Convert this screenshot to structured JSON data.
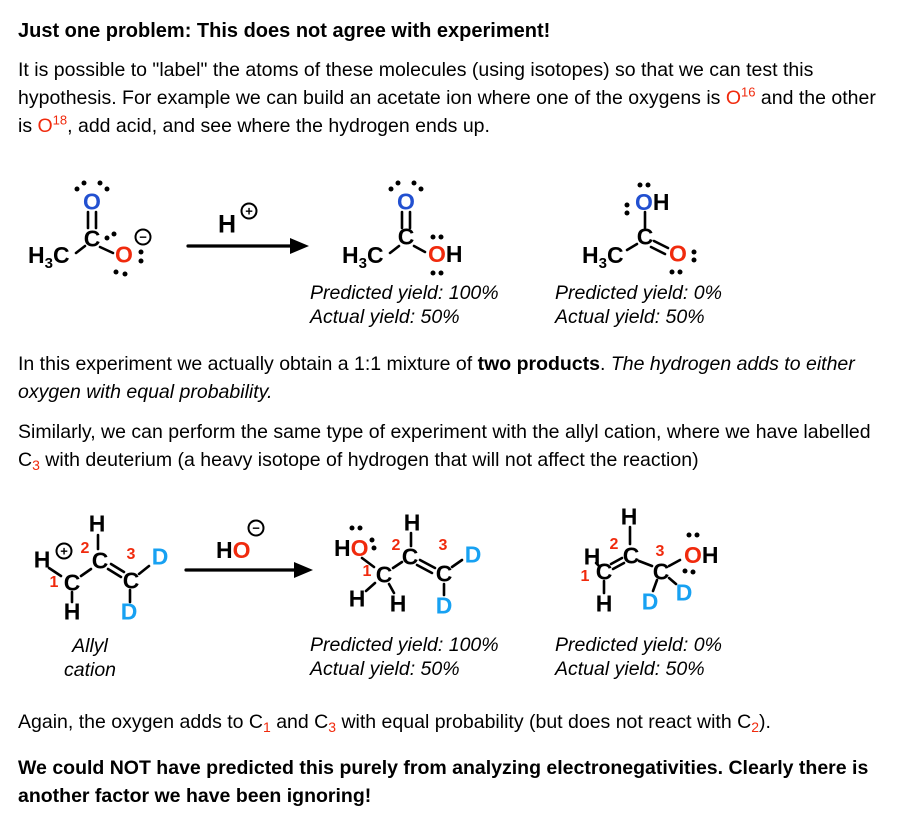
{
  "heading": "Just one problem: This does not agree with experiment!",
  "para1": {
    "a": "It is possible to \"label\" the atoms of these molecules (using isotopes) so that we can test this hypothesis. For example we can build an acetate ion where one of the oxygens is ",
    "sup16": "16",
    "b": " and the other is ",
    "sup18": "18",
    "c": ", add acid, and see where the hydrogen ends up."
  },
  "para2": {
    "a": "In this experiment we actually obtain a 1:1 mixture of ",
    "bold": "two products",
    "b": ". ",
    "italic": "The hydrogen adds to either oxygen with equal probability."
  },
  "para3": {
    "a": "Similarly, we can perform the same type of experiment with the allyl cation, where we have labelled C",
    "sub": "3",
    "b": " with deuterium (a heavy isotope of hydrogen that will not affect the reaction)"
  },
  "para4": {
    "a": "Again, the oxygen adds to C",
    "sub1": "1",
    "b": " and C",
    "sub3": "3",
    "c": " with equal probability (but does not react with C",
    "sub2": "2",
    "d": ")."
  },
  "para5": "We could NOT have predicted this purely from analyzing electronegativities. Clearly there is another factor we have been ignoring!",
  "sym": {
    "c": "C",
    "o": "O",
    "h": "H",
    "d": "D",
    "one": "1",
    "two": "2",
    "three": "3",
    "plus": "+",
    "minus": "−"
  },
  "yields": {
    "predicted_100": "Predicted yield: 100%",
    "predicted_0": "Predicted yield: 0%",
    "actual_50": "Actual yield: 50%"
  },
  "captions": {
    "allyl_1": "Allyl",
    "allyl_2": "cation"
  },
  "colors": {
    "oxygen_blue": "#2250d0",
    "oxygen_red": "#f02a0d",
    "deuterium_blue": "#17a1f2",
    "text": "#000000"
  }
}
